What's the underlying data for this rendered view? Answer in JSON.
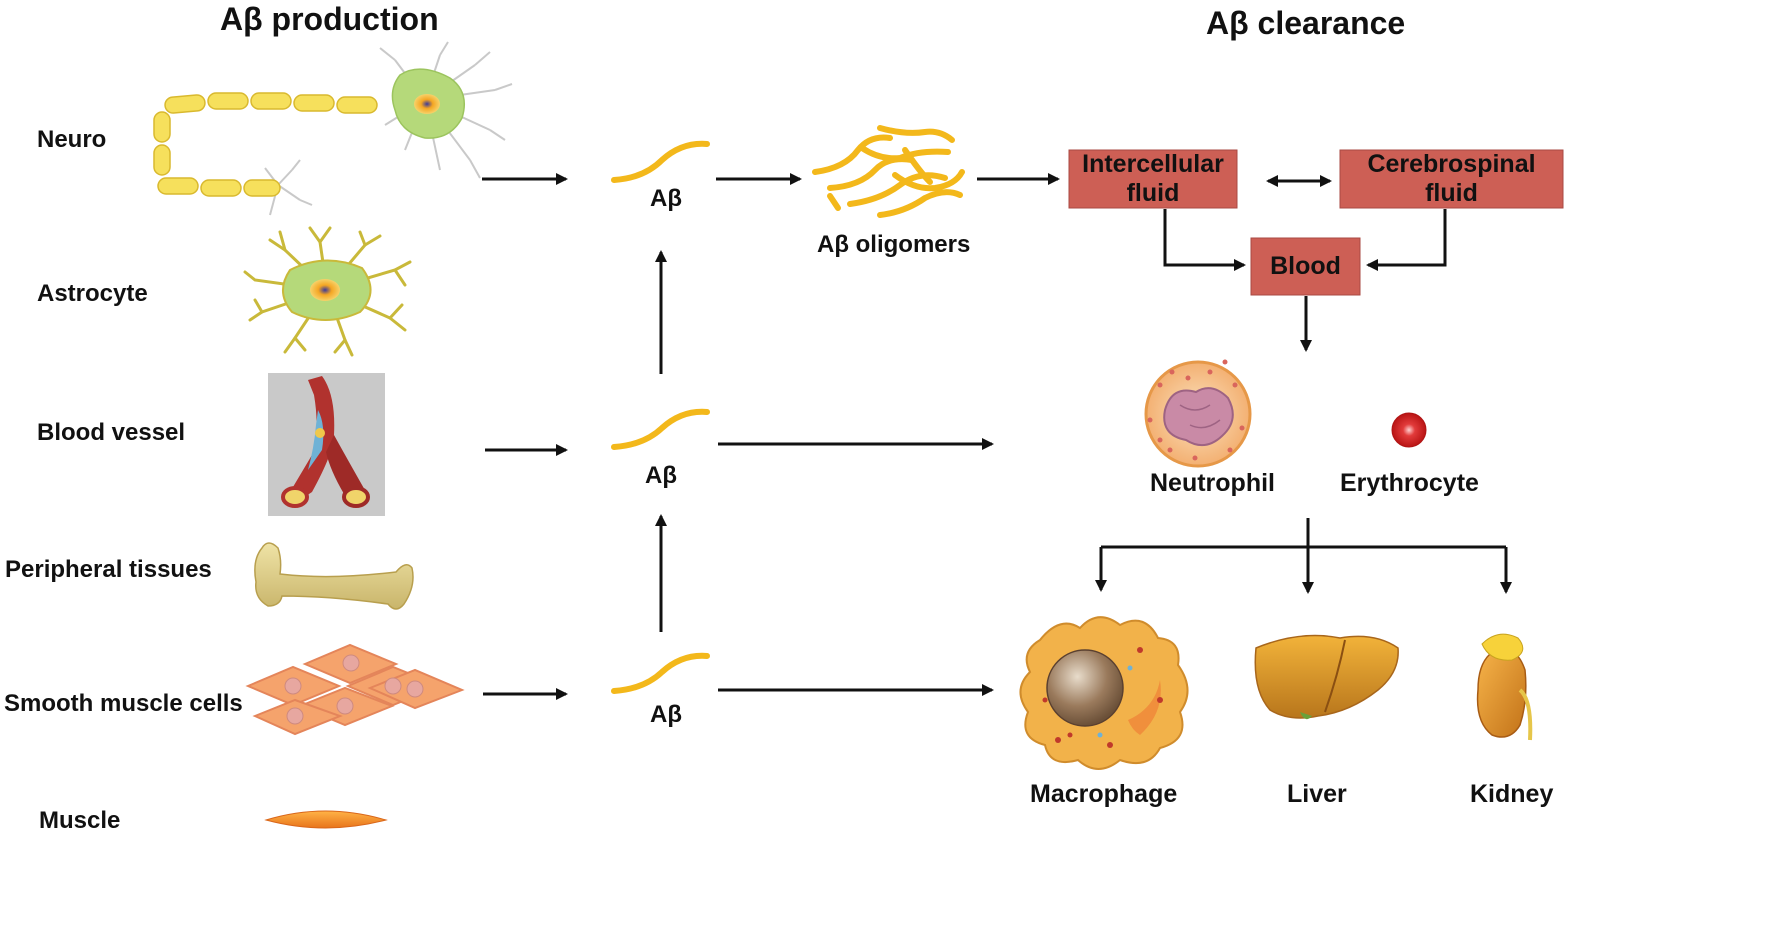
{
  "headings": {
    "production": "Aβ production",
    "clearance": "Aβ clearance"
  },
  "sources": {
    "neuro": "Neuro",
    "astrocyte": "Astrocyte",
    "blood_vessel": "Blood vessel",
    "peripheral_tissues": "Peripheral tissues",
    "smooth_muscle_cells": "Smooth muscle cells",
    "muscle": "Muscle"
  },
  "abeta": {
    "label": "Aβ",
    "oligomers": "Aβ oligomers"
  },
  "clearance_boxes": {
    "intercellular_fluid": "Intercellular fluid",
    "cerebrospinal_fluid": "Cerebrospinal fluid",
    "blood": "Blood"
  },
  "cells": {
    "neutrophil": "Neutrophil",
    "erythrocyte": "Erythrocyte"
  },
  "organs": {
    "macrophage": "Macrophage",
    "liver": "Liver",
    "kidney": "Kidney"
  },
  "colors": {
    "box_fill": "#cd5f55",
    "abeta_yellow": "#f3b81b",
    "arrow": "#111111"
  }
}
